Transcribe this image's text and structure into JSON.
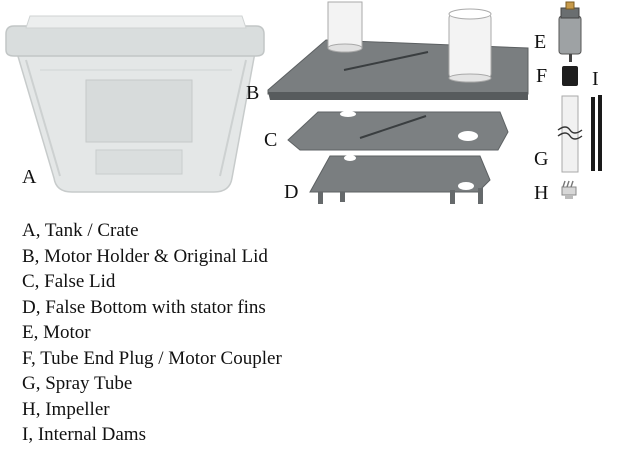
{
  "part_letters": {
    "a": "A",
    "b": "B",
    "c": "C",
    "d": "D",
    "e": "E",
    "f": "F",
    "g": "G",
    "h": "H",
    "i": "I"
  },
  "legend": [
    "A, Tank / Crate",
    "B, Motor Holder & Original Lid",
    "C, False Lid",
    "D, False Bottom with stator fins",
    "E, Motor",
    "F, Tube End Plug / Motor Coupler",
    "G, Spray Tube",
    "H, Impeller",
    "I, Internal Dams"
  ],
  "colors": {
    "tank": "#e3e6e6",
    "lid": "#75797b",
    "tube": "#f2f2f2",
    "dark": "#1a1a1a"
  }
}
